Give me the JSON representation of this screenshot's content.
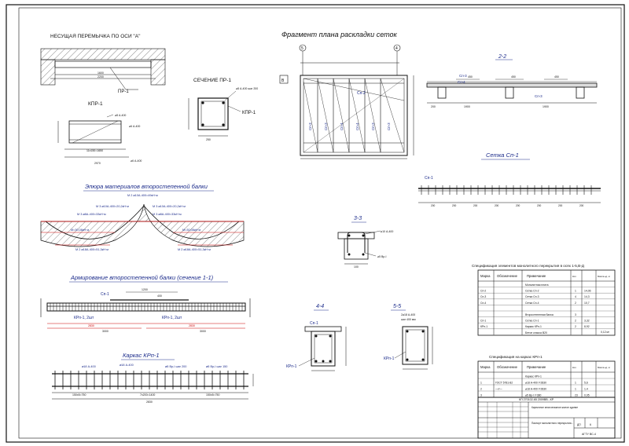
{
  "titles": {
    "lintel": "НЕСУЩАЯ ПЕРЕМЫЧКА ПО ОСИ \"А\"",
    "section_pr": "СЕЧЕНИЕ ПР-1",
    "kpr": "КПР-1",
    "fragment": "Фрагмент плана раскладки сеток",
    "s22": "2-2",
    "setka_sp1": "Сетка Сп-1",
    "epure": "Эпюра материалов второстепенной балки",
    "s33": "3-3",
    "reinforcement": "Армирование второстепенной балки (сечение 1-1)",
    "s44": "4-4",
    "s55": "5-5",
    "karkas": "Каркас КРп-1"
  },
  "labels": {
    "pr1": "ПР-1",
    "kpr1": "КПР-1",
    "sp1": "Сп-1",
    "sp2": "Сп-2",
    "sp3": "Сп-3",
    "sp4": "Сп-4",
    "krp1_2": "КРп-1, 2шт",
    "krp1": "КРп-1",
    "axis5": "5",
    "axis4": "4",
    "axisV": "В",
    "moment_top": "M 2 ⌀10А-400=49кН·м",
    "moment_l1": "M 3 ⌀8А-400=33кН·м",
    "moment_r1": "M 3 ⌀10А-400=20,2кН·м",
    "moment_m": "M=30,08кН·м",
    "moment_b1": "M 2 ⌀18А-400=51,3кН·м",
    "moment_b2": "M 2 ⌀18А-400=51,3кН·м",
    "moment_l2": "M 3 ⌀10А-400=20,2кН·м",
    "moment_r2": "M 3 ⌀8А-400=33кН·м",
    "karkas_a": "⌀18 А-400",
    "karkas_b": "⌀18 А-400",
    "karkas_c": "⌀5 Вр-I шаг 200",
    "karkas_d": "⌀5 Вр-I шаг 150"
  },
  "spec1": {
    "title": "Спецификация элементов монолитного перекрытия в осях 1-5,В-Д",
    "headers": [
      "Марка",
      "Обозначение",
      "Примечание",
      "Кол",
      "Масса ед. кг"
    ],
    "rows": [
      [
        "",
        "",
        "Монолитная плита",
        "",
        ""
      ],
      [
        "Сп-2",
        "",
        "Сетка Сп-2",
        "1",
        "14,06"
      ],
      [
        "Сп-3",
        "",
        "Сетка Сп-3",
        "4",
        "14,3"
      ],
      [
        "Сп-4",
        "",
        "Сетка Сп-4",
        "2",
        "10,7"
      ],
      [
        "",
        "",
        "",
        "",
        ""
      ],
      [
        "",
        "",
        "Второстепенная балка",
        "3",
        ""
      ],
      [
        "Сп-1",
        "",
        "Сетка Сп-1",
        "2",
        "3,32"
      ],
      [
        "КРп-1",
        "",
        "Каркас КРп-1",
        "2",
        "8,92"
      ],
      [
        "",
        "",
        "Бетон класса В20",
        "",
        ""
      ]
    ]
  },
  "spec2": {
    "title": "Спецификация на каркас КРп-1",
    "headers": [
      "Марка",
      "Обозначение",
      "Примечание",
      "Кол",
      "Масса ед. кг"
    ],
    "rows": [
      [
        "",
        "",
        "Каркас КРп-1",
        "",
        ""
      ],
      [
        "1",
        "ГОСТ 5781-82",
        "⌀18 А-400 l=2830",
        "1",
        "5,6"
      ],
      [
        "2",
        "—//—",
        "⌀18 А-400 l=2830",
        "1",
        "1,4"
      ],
      [
        "3",
        "",
        "⌀5 Вр-I l=380",
        "23",
        "0,05"
      ]
    ]
  },
  "stamp": {
    "code": "КП 270102-65 2009ВВ...КР",
    "desc1": "Кирпичное многоэтажное жилое здание",
    "desc2": "Паспорт монолитного перекрытия...",
    "stage": "ДП",
    "sheet": "6",
    "org": "АГТУ ВС-4"
  }
}
